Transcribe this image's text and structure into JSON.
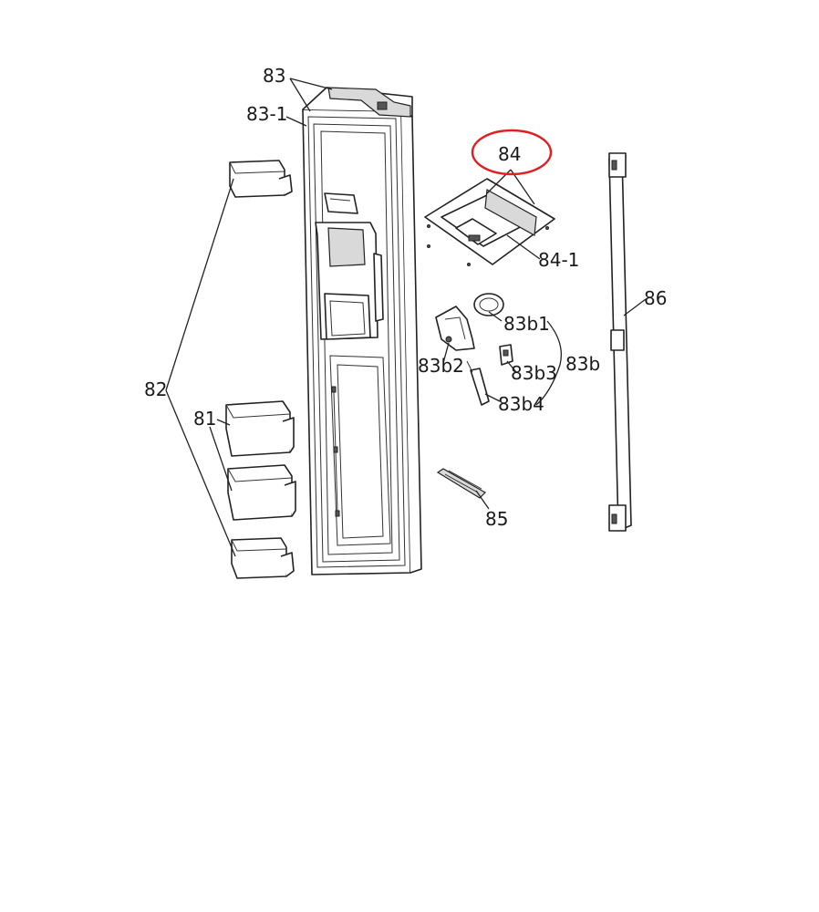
{
  "diagram": {
    "labels": {
      "l83": "83",
      "l83_1": "83-1",
      "l84": "84",
      "l84_1": "84-1",
      "l86": "86",
      "l83b1": "83b1",
      "l83b2": "83b2",
      "l83b3": "83b3",
      "l83b4": "83b4",
      "l83b": "83b",
      "l82": "82",
      "l81": "81",
      "l85": "85"
    },
    "highlight": {
      "target": "84",
      "color": "#e02020"
    },
    "colors": {
      "line": "#222222",
      "background": "#ffffff"
    }
  }
}
